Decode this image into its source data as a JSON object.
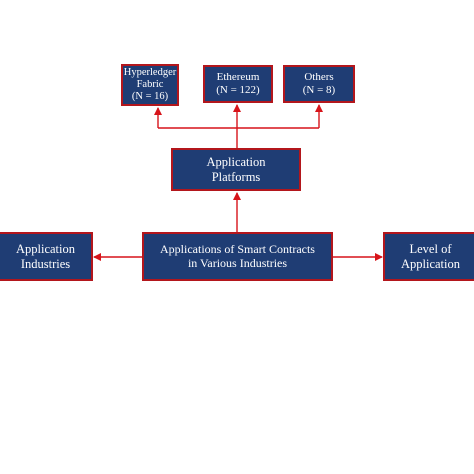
{
  "diagram": {
    "central": {
      "lines": [
        "Applications of Smart Contracts",
        "in Various Industries"
      ]
    },
    "platforms": {
      "lines": [
        "Application",
        "Platforms"
      ]
    },
    "industries": {
      "lines": [
        "Application",
        "Industries"
      ]
    },
    "level": {
      "lines": [
        "Level of",
        "Application"
      ]
    },
    "hyperledger": {
      "lines": [
        "Hyperledger",
        "Fabric",
        "(N = 16)"
      ]
    },
    "ethereum": {
      "lines": [
        "Ethereum",
        "(N = 122)"
      ]
    },
    "others": {
      "lines": [
        "Others",
        "(N = 8)"
      ]
    }
  },
  "colors": {
    "box_fill": "#1f3d74",
    "box_border": "#b3161c",
    "arrow": "#d7141a",
    "text": "#ffffff"
  }
}
